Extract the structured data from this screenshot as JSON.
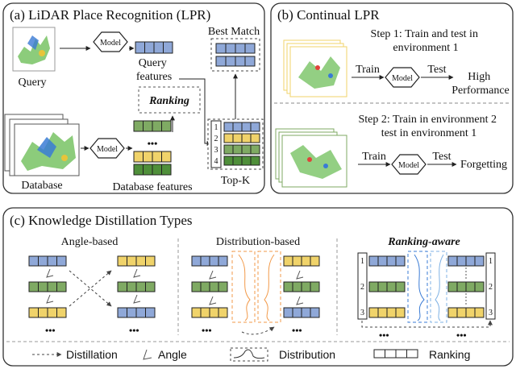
{
  "colors": {
    "blue": "#8fa8d8",
    "green": "#7faa63",
    "yellow": "#f0d36a",
    "dark_green": "#4f8f3a",
    "orange": "#f29a4a",
    "light_blue": "#7fb2e5",
    "panel_border": "#333333",
    "dash": "#666666"
  },
  "panel_a": {
    "title": "(a) LiDAR Place Recognition (LPR)",
    "model_label": "Model",
    "query_label": "Query",
    "query_features": [
      "Query",
      "features"
    ],
    "ranking_label": "Ranking",
    "best_match_label": "Best Match",
    "database_label": "Database",
    "database_features_label": "Database features",
    "topk_label": "Top-K",
    "rank_numbers": [
      "1",
      "2",
      "3",
      "4"
    ],
    "ellipsis": "•••"
  },
  "panel_b": {
    "title": "(b) Continual LPR",
    "step1": [
      "Step 1: Train and test in",
      "environment 1"
    ],
    "step2": [
      "Step 2: Train in environment 2",
      "test in environment 1"
    ],
    "train_label": "Train",
    "test_label": "Test",
    "model_label": "Model",
    "result1": [
      "High",
      "Performance"
    ],
    "result2": "Forgetting"
  },
  "panel_c": {
    "title": "(c) Knowledge Distillation Types",
    "types": [
      "Angle-based",
      "Distribution-based",
      "Ranking-aware"
    ],
    "rank_numbers": [
      "1",
      "2",
      "3"
    ],
    "ellipsis": "•••"
  },
  "legend": {
    "distillation": "Distillation",
    "angle": "Angle",
    "distribution": "Distribution",
    "ranking": "Ranking"
  },
  "icons": [
    "hexagon-model-icon",
    "point-cloud-icon",
    "arrow-icon",
    "angle-icon",
    "distribution-curve-icon",
    "ranking-bar-icon"
  ]
}
